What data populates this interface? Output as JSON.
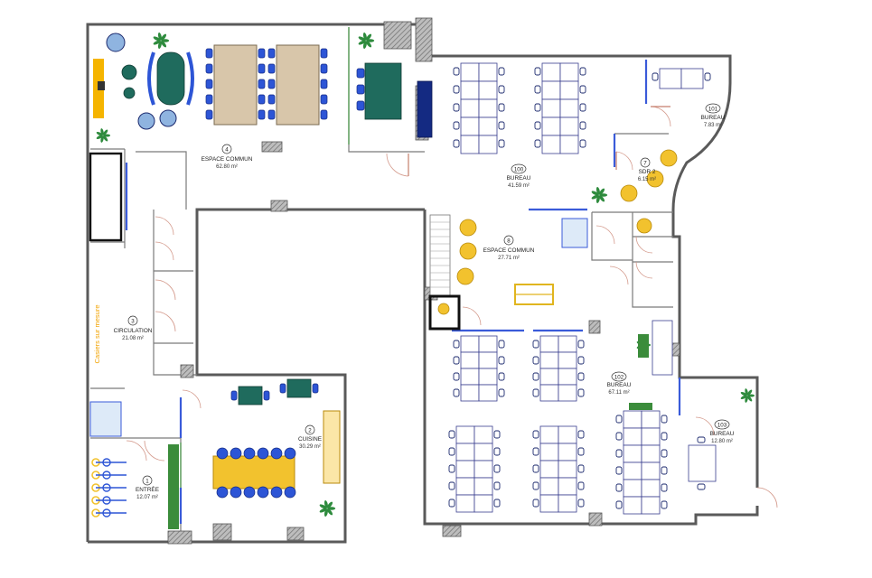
{
  "plan": {
    "rooms": [
      {
        "number": "4",
        "name": "ESPACE COMMUN",
        "area": "62.80 m²"
      },
      {
        "number": "100",
        "name": "BUREAU",
        "area": "41.59 m²"
      },
      {
        "number": "101",
        "name": "BUREAU",
        "area": "7.83 m²"
      },
      {
        "number": "7",
        "name": "SDR 2",
        "area": "6.15 m²"
      },
      {
        "number": "8",
        "name": "ESPACE COMMUN",
        "area": "27.71 m²"
      },
      {
        "number": "3",
        "name": "CIRCULATION",
        "area": "21.08 m²"
      },
      {
        "number": "2",
        "name": "CUISINE",
        "area": "30.29 m²"
      },
      {
        "number": "1",
        "name": "ENTRÉE",
        "area": "12.07 m²"
      },
      {
        "number": "102",
        "name": "BUREAU",
        "area": "67.11 m²"
      },
      {
        "number": "103",
        "name": "BUREAU",
        "area": "12.80 m²"
      }
    ],
    "casiers_label": "Casiers sur mesure",
    "colors": {
      "wall": "#5a5a5a",
      "partition": "#3a5bd9",
      "accent_yellow": "#f2c22e",
      "accent_green": "#1f6b5d",
      "door": "#d49a8c"
    }
  }
}
